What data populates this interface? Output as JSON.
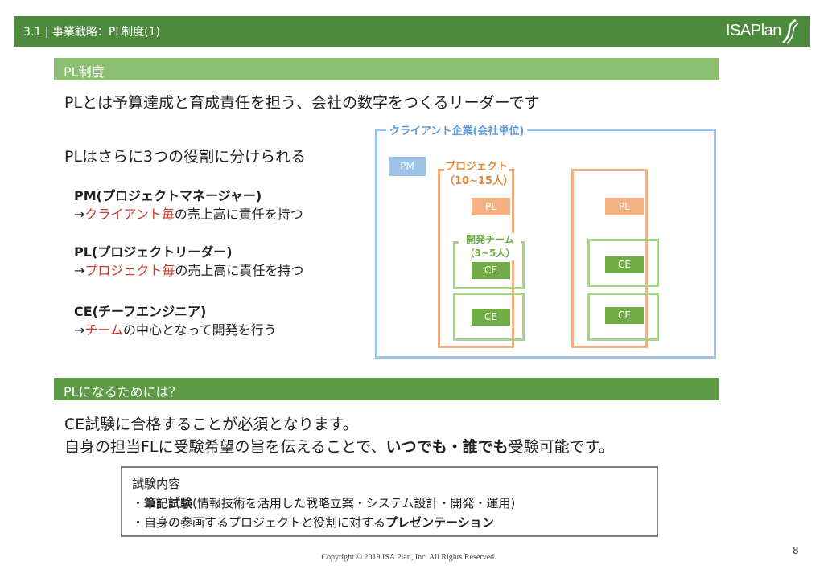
{
  "header": {
    "title": "3.1 | 事業戦略：PL制度(1)",
    "logo": "ISAPlan"
  },
  "section1": {
    "title": "PL制度",
    "lead1": "PLとは予算達成と育成責任を担う、会社の数字をつくるリーダーです",
    "lead2": "PLはさらに3つの役割に分けられる",
    "roles": [
      {
        "name": "PM(プロジェクトマネージャー)",
        "arrow": "→",
        "highlight": "クライアント毎",
        "rest": "の売上高に責任を持つ"
      },
      {
        "name": "PL(プロジェクトリーダー)",
        "arrow": "→",
        "highlight": "プロジェクト毎",
        "rest": "の売上高に責任を持つ"
      },
      {
        "name": "CE(チーフエンジニア)",
        "arrow": "→",
        "highlight": "チーム",
        "rest": "の中心となって開発を行う"
      }
    ]
  },
  "diagram": {
    "client_label": "クライアント企業(会社単位)",
    "pm": "PM",
    "project_label_1": "プロジェクト",
    "project_label_2": "（10~15人）",
    "pl": "PL",
    "team_label_1": "開発チーム",
    "team_label_2": "（3~5人）",
    "ce": "CE"
  },
  "section2": {
    "title": "PLになるためには？",
    "line1": "CE試験に合格することが必須となります。",
    "line2_pre": "自身の担当FLに受験希望の旨を伝えることで、",
    "line2_bold": "いつでも・誰でも",
    "line2_post": "受験可能です。"
  },
  "exam_box": {
    "title": "試験内容",
    "item1_pre": "・",
    "item1_bold": "筆記試験",
    "item1_post": "(情報技術を活用した戦略立案・システム設計・開発・運用)",
    "item2_pre": "・自身の参画するプロジェクトと役割に対する",
    "item2_bold": "プレゼンテーション"
  },
  "footer": {
    "copyright": "Copyright © 2019 ISA Plan, Inc. All Rights Reserved.",
    "page": "8"
  },
  "colors": {
    "header_green": "#4e8a3e",
    "band_green": "#8cbf72",
    "client_blue": "#9dc3e6",
    "project_orange": "#f4b183",
    "team_green": "#70ad47",
    "highlight_red": "#d03a2c"
  }
}
